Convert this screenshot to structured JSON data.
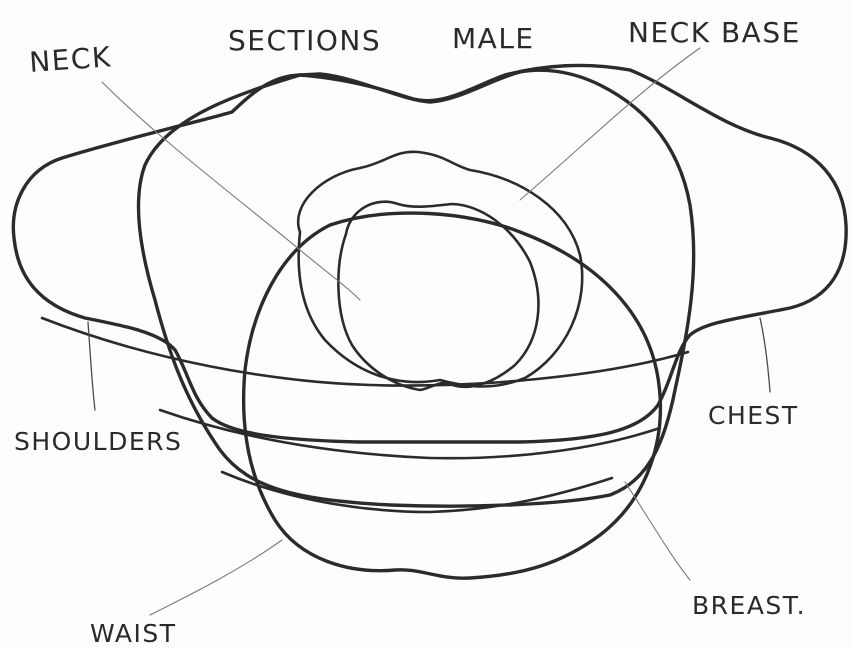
{
  "labels": {
    "title_sections": "SECTIONS",
    "title_male": "MALE",
    "neck": "NECK",
    "neck_base": "NECK BASE",
    "shoulders": "SHOULDERS",
    "chest": "CHEST",
    "breast": "BREAST.",
    "waist": "WAIST"
  },
  "colors": {
    "ink": "#2b2b2b",
    "paper": "#fdfdfb"
  }
}
